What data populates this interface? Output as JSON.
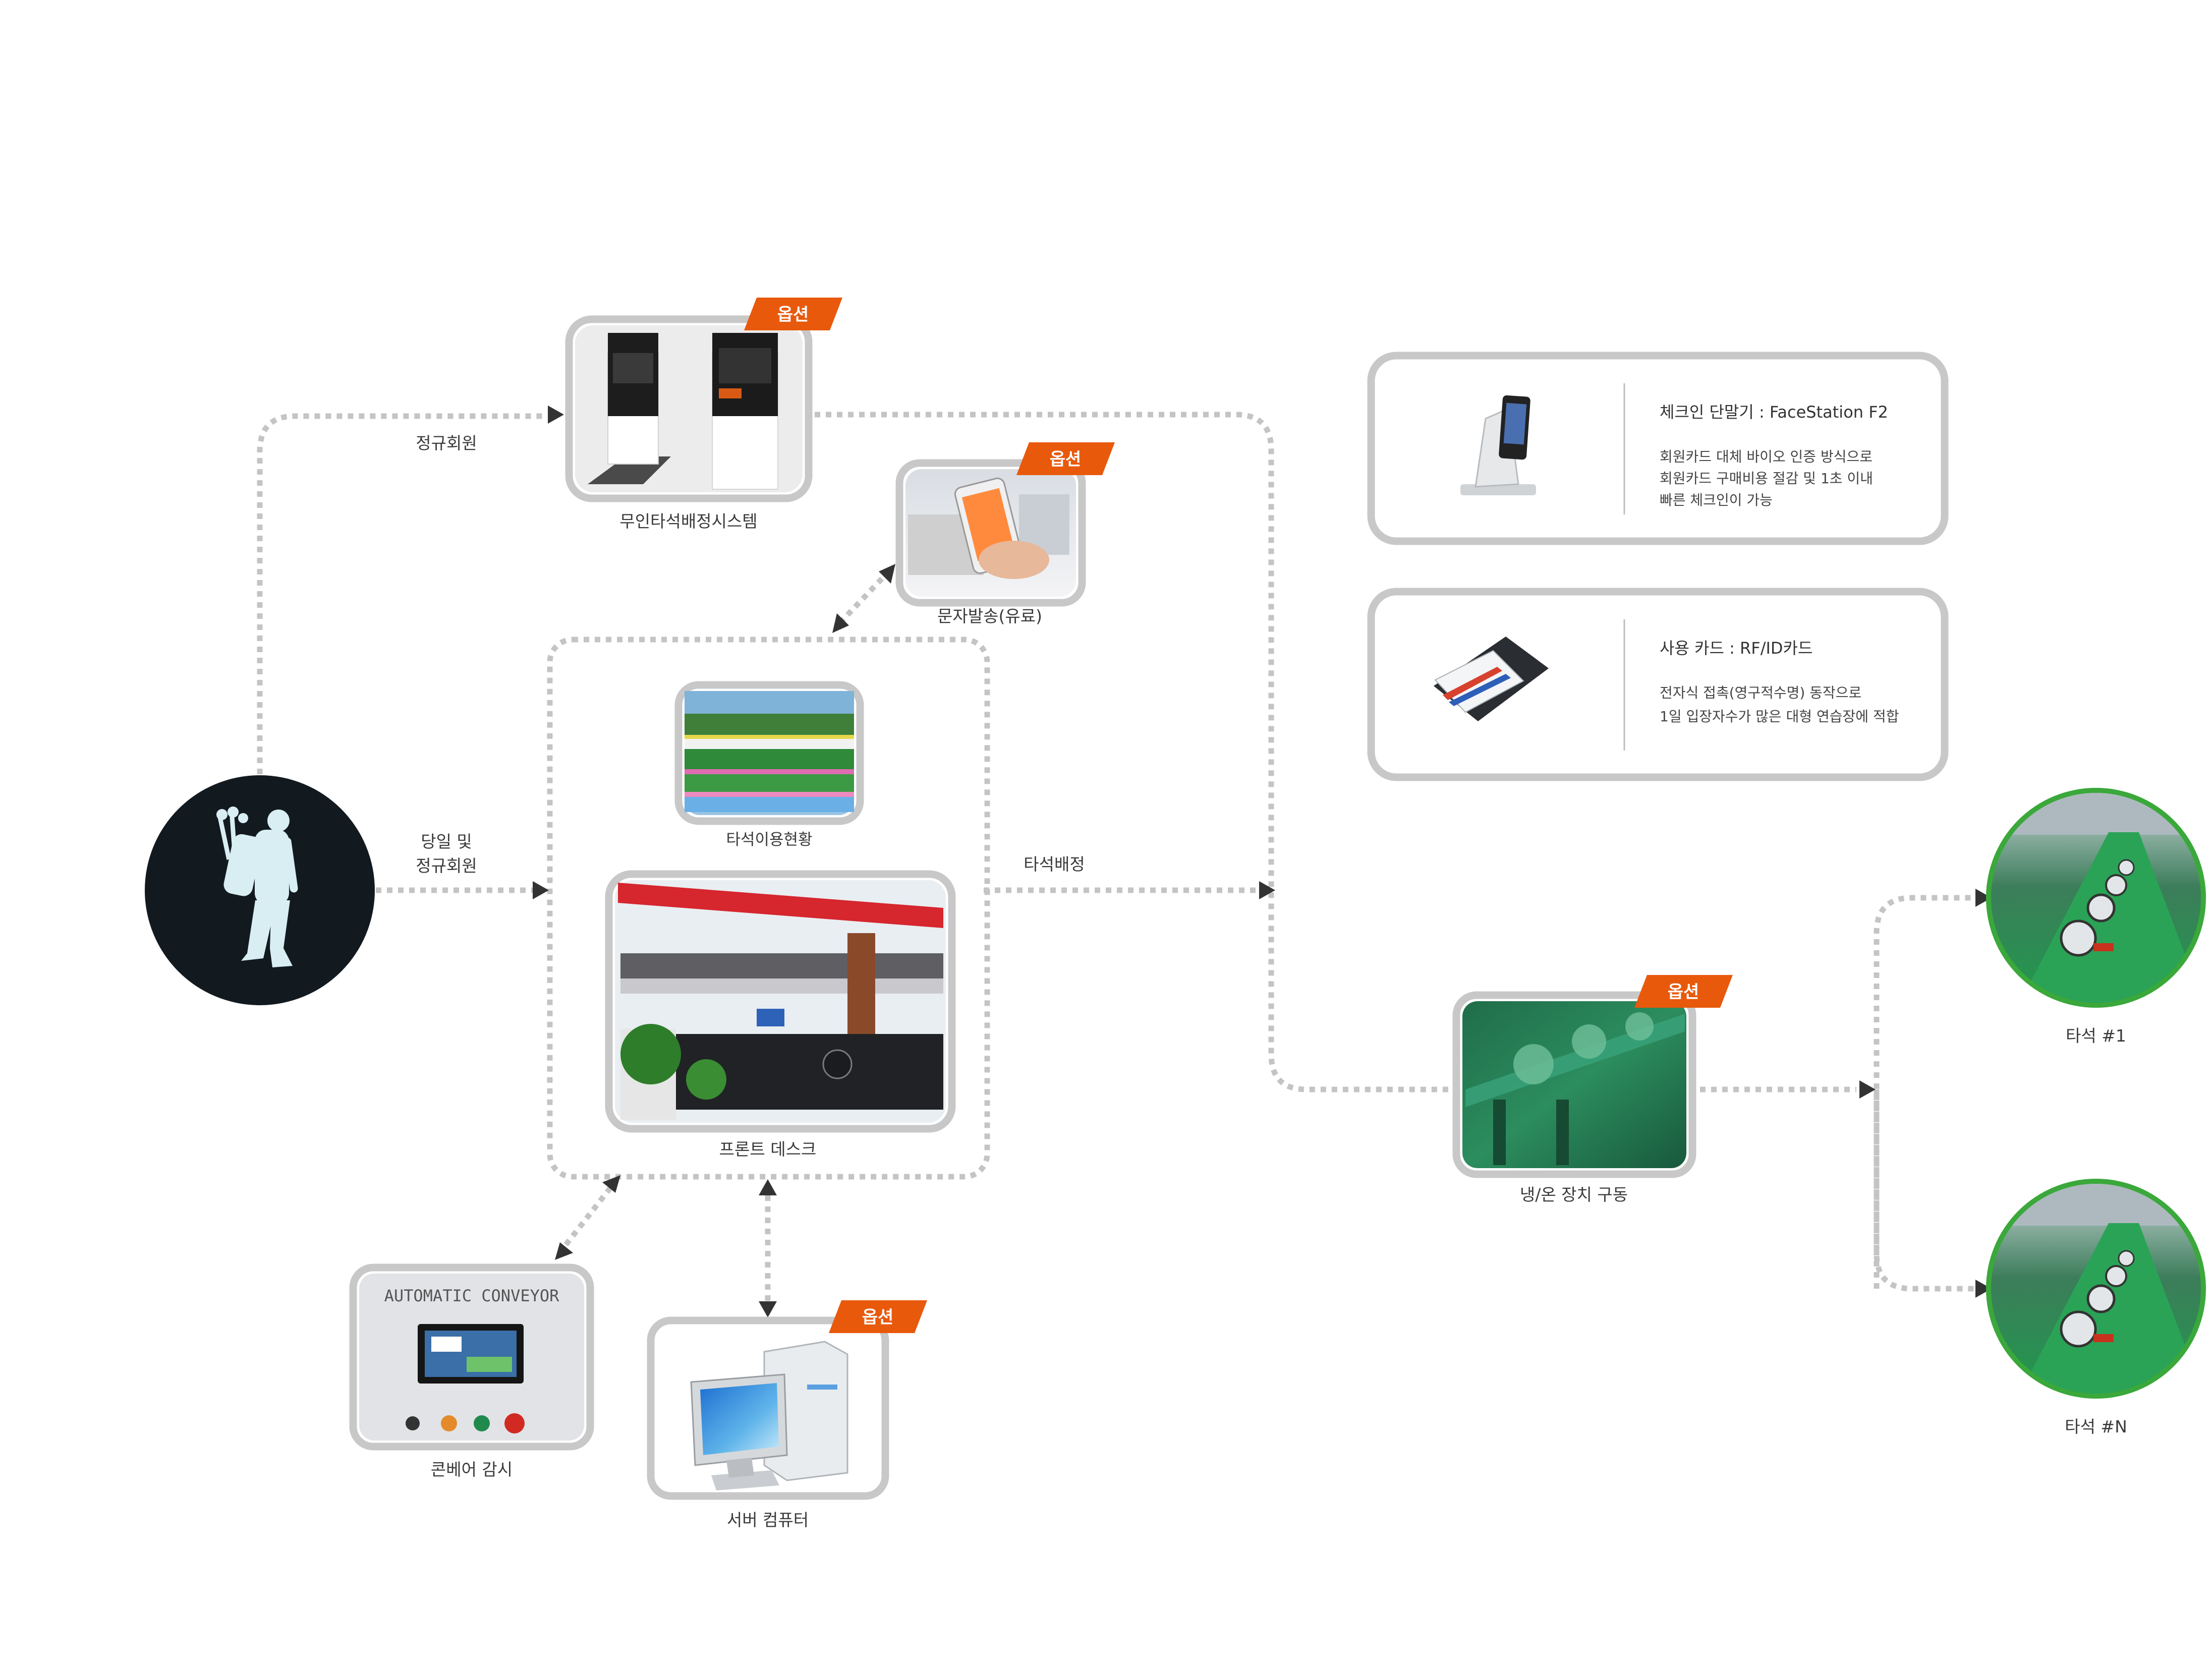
{
  "badges": {
    "option": "옵션"
  },
  "nodes": {
    "kiosk": "무인타석배정시스템",
    "sms": "문자발송(유료)",
    "status": "타석이용현황",
    "front_desk": "프론트 데스크",
    "conveyor": "콘베어 감시",
    "server": "서버 컴퓨터",
    "hvac": "냉/온 장치 구동",
    "bay_1": "타석 #1",
    "bay_n": "타석 #N"
  },
  "edges": {
    "regular": "정규회원",
    "daily_line1": "당일 및",
    "daily_line2": "정규회원",
    "assign": "타석배정"
  },
  "conveyor_panel": {
    "title": "AUTOMATIC CONVEYOR"
  },
  "info_cards": [
    {
      "title": "체크인 단말기 : FaceStation F2",
      "lines": [
        "회원카드 대체 바이오 인증 방식으로",
        "회원카드 구매비용 절감 및 1초 이내",
        "빠른 체크인이 가능"
      ]
    },
    {
      "title": "사용 카드 : RF/ID카드",
      "lines": [
        "전자식 접촉(영구적수명) 동작으로",
        "1일 입장자수가 많은 대형 연습장에 적합"
      ]
    }
  ],
  "colors": {
    "accent": "#e8590c",
    "member_circle": "#121a20",
    "bay_ring": "#3aa83a",
    "frame": "#c8c8c8",
    "flow": "#c4c4c4"
  },
  "icons": {
    "member": "golfer-silhouette-icon",
    "card_reader": "rfid-card-icon",
    "face_terminal": "face-terminal-icon"
  }
}
